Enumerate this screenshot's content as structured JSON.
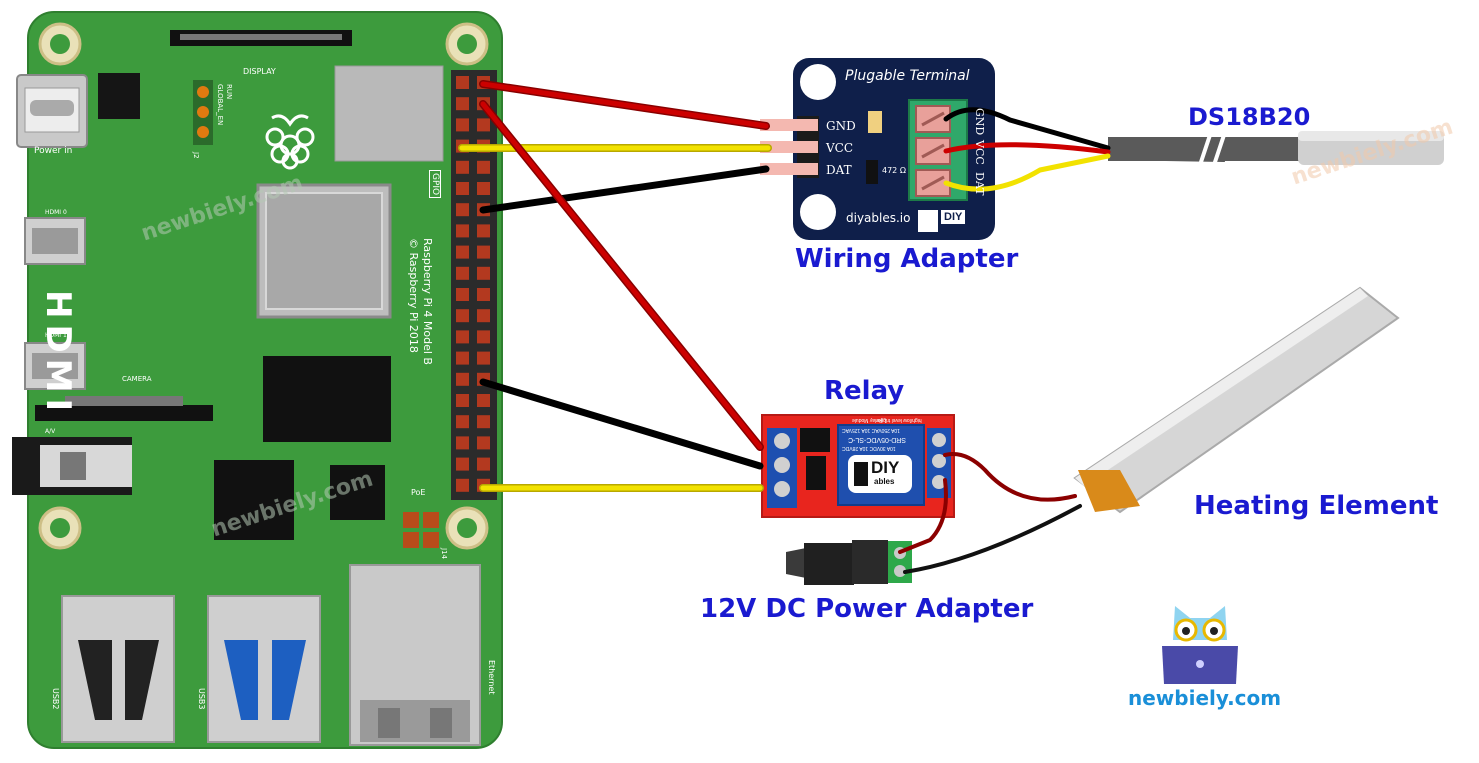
{
  "labels": {
    "ds18b20": "DS18B20",
    "wiring_adapter": "Wiring Adapter",
    "relay": "Relay",
    "heating_element": "Heating Element",
    "power_adapter": "12V DC Power Adapter"
  },
  "raspberry_pi": {
    "display": "DISPLAY",
    "power_in": "Power in",
    "hdmi": "HDMI",
    "hdmi0": "HDMI 0",
    "hdmi1": "HDMI 1",
    "camera": "CAMERA",
    "av": "A/V",
    "gpio": "GPIO",
    "model_line1": "Raspberry Pi 4 Model B",
    "model_line2": "© Raspberry Pi 2018",
    "poe": "PoE",
    "usb2": "USB2",
    "usb3": "USB3",
    "ethernet": "Ethernet",
    "run": "RUN",
    "global_en": "GLOBAL_EN",
    "j2": "J2",
    "j14": "J14"
  },
  "terminal_adapter": {
    "title": "Plugable Terminal",
    "pins": [
      "GND",
      "VCC",
      "DAT"
    ],
    "resistor": "472 Ω",
    "brand": "diyables.io",
    "logo_text": "DIY"
  },
  "relay_board": {
    "logo_text": "DIY",
    "logo_sub": "ables",
    "relay_model": "SRD-05VDC-SL-C",
    "rating1": "10A 250VAC 10A 125VAC",
    "rating2": "10A 30VDC 10A 28VDC",
    "module_text": "1 Relay Module",
    "trigger_text": "high/low level trigger"
  },
  "watermark": {
    "text": "newbiely.com",
    "brand_caption": "newbiely.com"
  },
  "colors": {
    "pcb": "#3d9b3d",
    "wire_red": "#cc0000",
    "wire_black": "#1a1a1a",
    "wire_yellow": "#f2e200",
    "label_blue": "#1a1ad0",
    "terminal_board": "#0f1f4a",
    "relay_board": "#e8251e"
  }
}
